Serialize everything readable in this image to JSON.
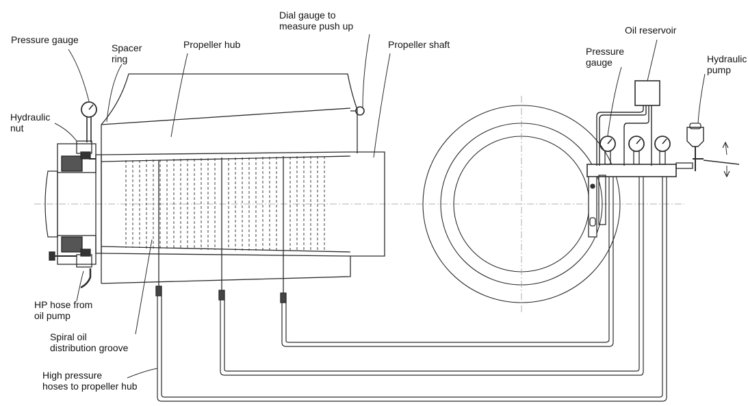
{
  "labels": {
    "pressure_gauge_left": "Pressure gauge",
    "spacer_ring": "Spacer\nring",
    "propeller_hub": "Propeller hub",
    "dial_gauge": "Dial gauge to\nmeasure push up",
    "propeller_shaft": "Propeller shaft",
    "oil_reservoir": "Oil reservoir",
    "pressure_gauge_right": "Pressure\ngauge",
    "hydraulic_pump": "Hydraulic\npump",
    "hydraulic_nut": "Hydraulic\nnut",
    "hp_hose": "HP hose from\noil pump",
    "spiral_groove": "Spiral oil\ndistribution groove",
    "high_pressure_hoses": "High pressure\nhoses to propeller hub"
  },
  "colors": {
    "line": "#2a2a2a",
    "centerline": "#9a9a9a",
    "background": "#ffffff"
  }
}
